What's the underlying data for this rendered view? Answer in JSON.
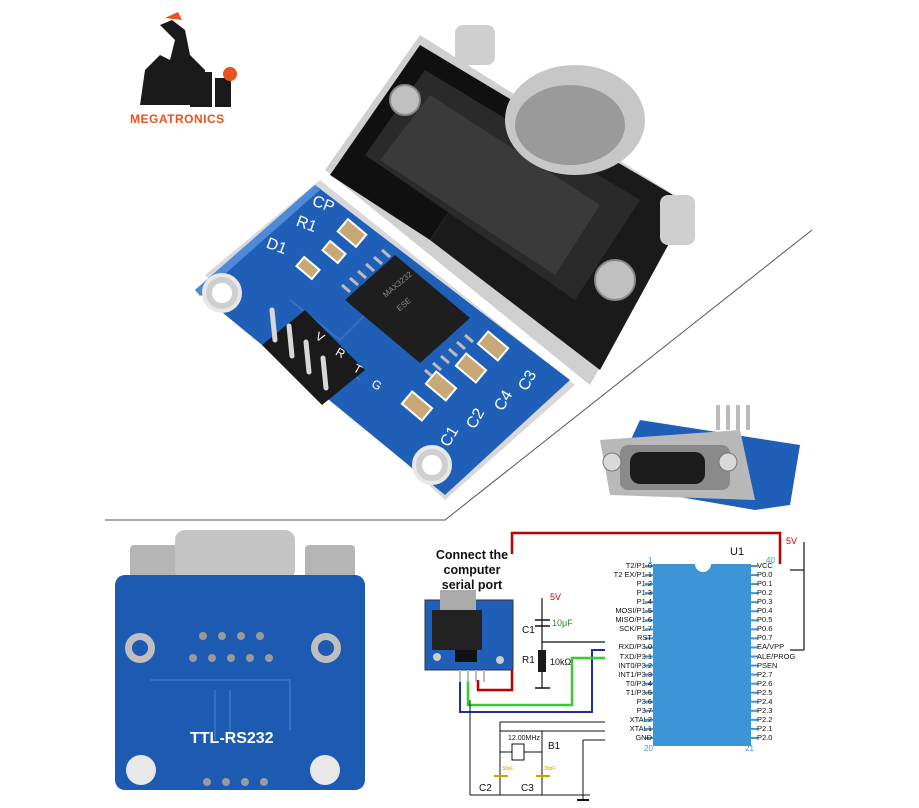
{
  "brand": {
    "logo_mark": "MI",
    "logo_text": "MEGATRONICS",
    "logo_color": "#e8531f"
  },
  "board_top": {
    "silkscreen": [
      "CP",
      "R1",
      "D1",
      "C3",
      "C4",
      "C2",
      "C1"
    ],
    "chip_text": [
      "MAX3232",
      "ESE"
    ],
    "header_pins": [
      "V",
      "R",
      "T",
      "G"
    ]
  },
  "board_back": {
    "label": "TTL-RS232"
  },
  "schematic": {
    "connect_label": "Connect the computer serial port",
    "u1_label": "U1",
    "pin_1": "1",
    "pin_20": "20",
    "pin_21": "21",
    "pin_40": "40",
    "left_pins": [
      "T2/P1.0",
      "T2 EX/P1.1",
      "P1.2",
      "P1.3",
      "P1.4",
      "MOSI/P1.5",
      "MISO/P1.6",
      "SCK/P1.7",
      "RST",
      "RXD/P3.0",
      "TXD/P3.1",
      "INT0/P3.2",
      "INT1/P3.3",
      "T0/P3.4",
      "T1/P3.5",
      "P3.6",
      "P3.7",
      "XTAL2",
      "XTAL1",
      "GND"
    ],
    "right_pins": [
      "VCC",
      "P0.0",
      "P0.1",
      "P0.2",
      "P0.3",
      "P0.4",
      "P0.5",
      "P0.6",
      "P0.7",
      "EA/VPP",
      "ALE/PROG",
      "PSEN",
      "P2.7",
      "P2.6",
      "P2.5",
      "P2.4",
      "P2.3",
      "P2.2",
      "P2.1",
      "P2.0"
    ],
    "vcc_label_right": "5V",
    "vcc_label_left": "5V",
    "c1_label": "C1",
    "c1_value": "10μF",
    "r1_label": "R1",
    "r1_value": "10kΩ",
    "crystal_value": "12.00MHz",
    "b1_label": "B1",
    "c2_label": "C2",
    "c3_label": "C3",
    "c2_value": "30pF",
    "c3_value": "30pF",
    "colors": {
      "red_wire": "#c00000",
      "green_wire": "#33cc33",
      "blue_wire": "#1f2fa0",
      "ic_body": "#3d95d8"
    }
  }
}
